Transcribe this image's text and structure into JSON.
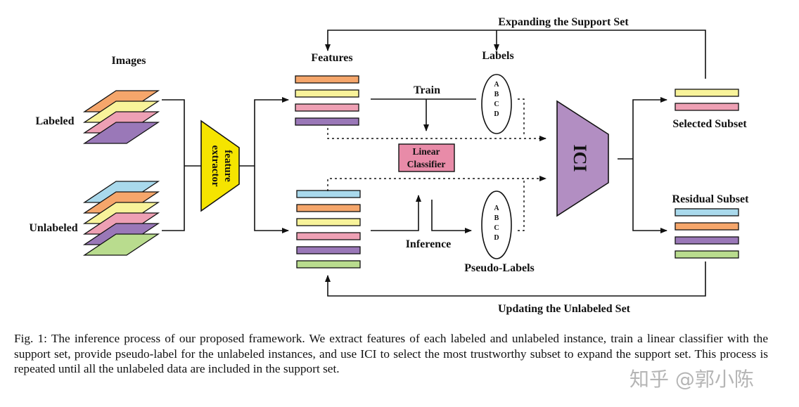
{
  "labels": {
    "images": "Images",
    "labeled": "Labeled",
    "unlabeled": "Unlabeled",
    "feature_extractor_line1": "feature",
    "feature_extractor_line2": "extractor",
    "features": "Features",
    "labels": "Labels",
    "train": "Train",
    "linear_classifier_line1": "Linear",
    "linear_classifier_line2": "Classifier",
    "inference": "Inference",
    "pseudo_labels": "Pseudo-Labels",
    "ici": "ICI",
    "selected_subset": "Selected Subset",
    "residual_subset": "Residual Subset",
    "expanding": "Expanding the Support Set",
    "updating": "Updating the Unlabeled Set",
    "class_letters": [
      "A",
      "B",
      "C",
      "D"
    ]
  },
  "caption": "Fig. 1:  The inference process of our proposed framework. We extract features of each labeled and unlabeled instance, train a linear classifier with the support set, provide pseudo-label for the unlabeled instances, and use ICI to select the most trustworthy subset to expand the support set. This process is repeated until all the unlabeled data are included in the support set.",
  "watermark": "知乎 @郭小陈",
  "colors": {
    "orange": "#f5a66b",
    "yellow": "#f8f39a",
    "pink": "#eea0b4",
    "purple": "#9a78b8",
    "blue": "#a9d9ec",
    "green": "#b9dc8e",
    "extractor": "#f5e400",
    "classifier": "#e88ba8",
    "ici": "#b28ec2"
  }
}
